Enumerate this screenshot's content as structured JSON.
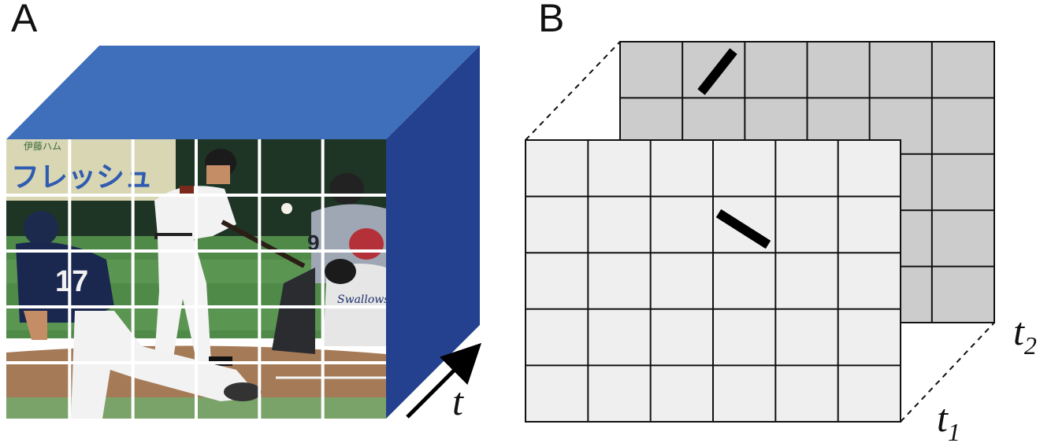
{
  "panels": {
    "a": {
      "letter": "A",
      "time_axis_label": "t",
      "video_frame": {
        "scoreboard_text": "フレッシュ",
        "scoreboard_small_text": "伊藤ハム",
        "pitcher_jersey_number": "17",
        "umpire_number": "9",
        "catcher_jersey_text": "Swallows"
      },
      "grid": {
        "rows": 5,
        "cols": 6
      },
      "colors": {
        "top_face": "#3f6fba",
        "side_face": "#23418e",
        "grid_lines": "#ffffff"
      }
    },
    "b": {
      "letter": "B",
      "frame_back_label": {
        "base": "t",
        "sub": "2"
      },
      "frame_front_label": {
        "base": "t",
        "sub": "1"
      },
      "grid": {
        "rows": 5,
        "cols": 6
      },
      "colors": {
        "back_frame_fill": "#cccccc",
        "front_frame_fill": "#efefef",
        "edge_color": "#111111"
      }
    }
  }
}
